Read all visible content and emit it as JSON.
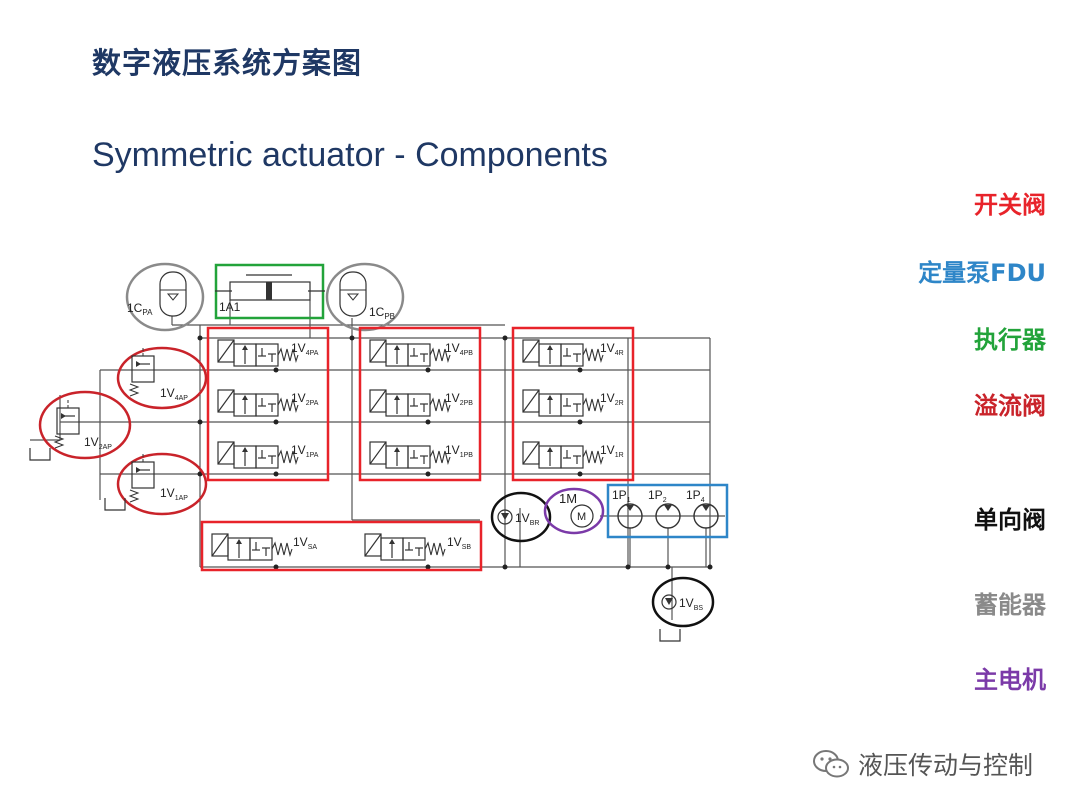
{
  "slide": {
    "title_cn": "数字液压系统方案图",
    "title_en": "Symmetric actuator - Components"
  },
  "legend": [
    {
      "label": "开关阀",
      "color": "#e8232a"
    },
    {
      "label": "定量泵FDU",
      "color": "#2e86c8"
    },
    {
      "label": "执行器",
      "color": "#22a33a"
    },
    {
      "label": "溢流阀",
      "color": "#c9232a"
    },
    {
      "label": "单向阀",
      "color": "#111111"
    },
    {
      "label": "蓄能器",
      "color": "#8a8a8a"
    },
    {
      "label": "主电机",
      "color": "#7b3aa8"
    }
  ],
  "components": {
    "actuator": "1A1",
    "acc_pa": {
      "base": "1C",
      "sub": "PA"
    },
    "acc_pb": {
      "base": "1C",
      "sub": "PB"
    },
    "v4pa": {
      "base": "1V",
      "sub": "4PA"
    },
    "v2pa": {
      "base": "1V",
      "sub": "2PA"
    },
    "v1pa": {
      "base": "1V",
      "sub": "1PA"
    },
    "v4pb": {
      "base": "1V",
      "sub": "4PB"
    },
    "v2pb": {
      "base": "1V",
      "sub": "2PB"
    },
    "v1pb": {
      "base": "1V",
      "sub": "1PB"
    },
    "v4r": {
      "base": "1V",
      "sub": "4R"
    },
    "v2r": {
      "base": "1V",
      "sub": "2R"
    },
    "v1r": {
      "base": "1V",
      "sub": "1R"
    },
    "vsa": {
      "base": "1V",
      "sub": "SA"
    },
    "vsb": {
      "base": "1V",
      "sub": "SB"
    },
    "v4ap": {
      "base": "1V",
      "sub": "4AP"
    },
    "v2ap": {
      "base": "1V",
      "sub": "2AP"
    },
    "v1ap": {
      "base": "1V",
      "sub": "1AP"
    },
    "vbr": {
      "base": "1V",
      "sub": "BR"
    },
    "vbs": {
      "base": "1V",
      "sub": "BS"
    },
    "motor": "1M",
    "motor_symbol": "M",
    "p1": {
      "base": "1P",
      "sub": "1"
    },
    "p2": {
      "base": "1P",
      "sub": "2"
    },
    "p4": {
      "base": "1P",
      "sub": "4"
    }
  },
  "watermark": {
    "text": "液压传动与控制",
    "icon": "wechat-icon"
  }
}
